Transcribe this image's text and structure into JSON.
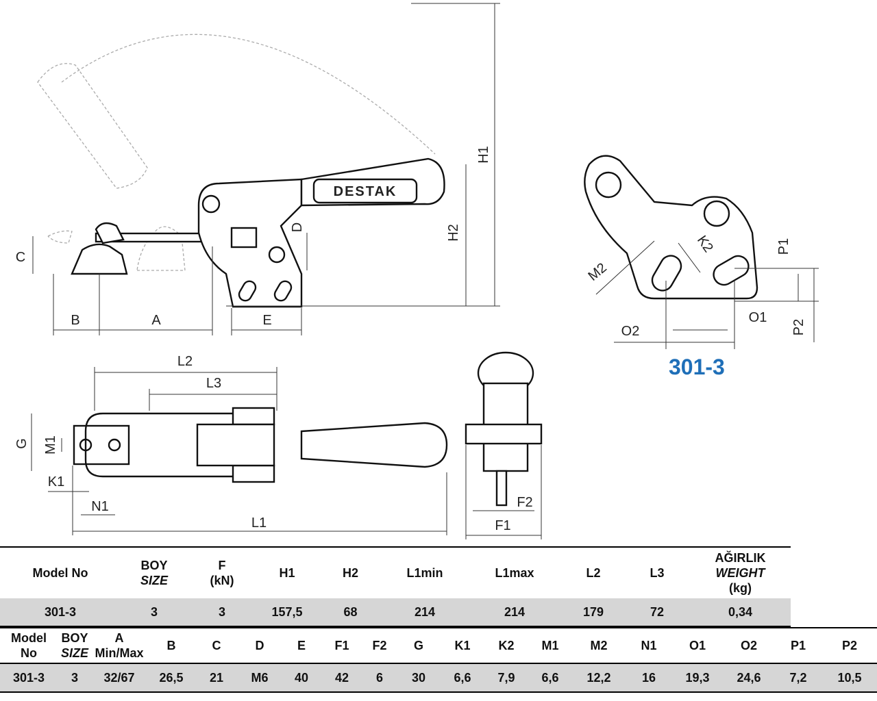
{
  "brand": "DESTAK",
  "model_title": "301-3",
  "labels": {
    "B": "B",
    "A": "A",
    "E": "E",
    "C": "C",
    "D": "D",
    "H1": "H1",
    "H2": "H2",
    "L1": "L1",
    "L2": "L2",
    "L3": "L3",
    "G": "G",
    "M1": "M1",
    "K1": "K1",
    "N1": "N1",
    "F1": "F1",
    "F2": "F2",
    "M2": "M2",
    "K2": "K2",
    "P1": "P1",
    "P2": "P2",
    "O1": "O1",
    "O2": "O2"
  },
  "spec_table": {
    "headers": [
      {
        "l1": "Model No",
        "l2": "",
        "l3": ""
      },
      {
        "l1": "BOY",
        "l2": "SIZE",
        "l3": ""
      },
      {
        "l1": "F",
        "l2": "(kN)",
        "l3": ""
      },
      {
        "l1": "H1",
        "l2": "",
        "l3": ""
      },
      {
        "l1": "H2",
        "l2": "",
        "l3": ""
      },
      {
        "l1": "L1min",
        "l2": "",
        "l3": ""
      },
      {
        "l1": "L1max",
        "l2": "",
        "l3": ""
      },
      {
        "l1": "L2",
        "l2": "",
        "l3": ""
      },
      {
        "l1": "L3",
        "l2": "",
        "l3": ""
      },
      {
        "l1": "AĞIRLIK",
        "l2": "WEIGHT",
        "l3": "(kg)"
      }
    ],
    "row": [
      "301-3",
      "3",
      "3",
      "157,5",
      "68",
      "214",
      "214",
      "179",
      "72",
      "0,34"
    ]
  },
  "dim_table": {
    "headers": [
      {
        "l1": "Model",
        "l2": "No"
      },
      {
        "l1": "BOY",
        "l2": "SIZE"
      },
      {
        "l1": "A",
        "l2": "Min/Max"
      },
      {
        "l1": "B",
        "l2": ""
      },
      {
        "l1": "C",
        "l2": ""
      },
      {
        "l1": "D",
        "l2": ""
      },
      {
        "l1": "E",
        "l2": ""
      },
      {
        "l1": "F1",
        "l2": ""
      },
      {
        "l1": "F2",
        "l2": ""
      },
      {
        "l1": "G",
        "l2": ""
      },
      {
        "l1": "K1",
        "l2": ""
      },
      {
        "l1": "K2",
        "l2": ""
      },
      {
        "l1": "M1",
        "l2": ""
      },
      {
        "l1": "M2",
        "l2": ""
      },
      {
        "l1": "N1",
        "l2": ""
      },
      {
        "l1": "O1",
        "l2": ""
      },
      {
        "l1": "O2",
        "l2": ""
      },
      {
        "l1": "P1",
        "l2": ""
      },
      {
        "l1": "P2",
        "l2": ""
      }
    ],
    "row": [
      "301-3",
      "3",
      "32/67",
      "26,5",
      "21",
      "M6",
      "40",
      "42",
      "6",
      "30",
      "6,6",
      "7,9",
      "6,6",
      "12,2",
      "16",
      "19,3",
      "24,6",
      "7,2",
      "10,5"
    ]
  }
}
